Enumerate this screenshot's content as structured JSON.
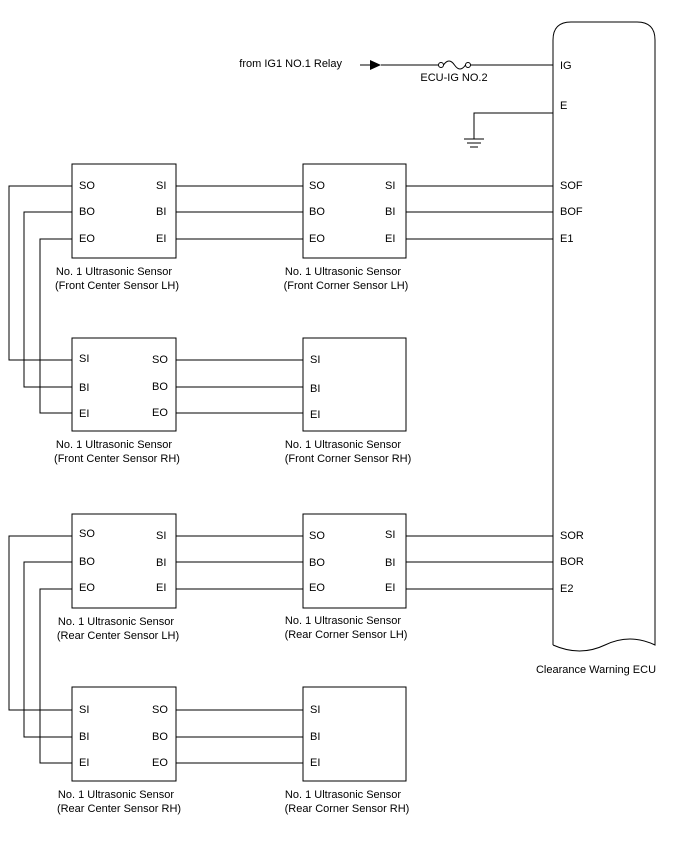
{
  "power": {
    "source_label": "from IG1 NO.1 Relay",
    "fuse_label": "ECU-IG NO.2"
  },
  "ecu": {
    "name": "Clearance Warning ECU",
    "pins": {
      "ig": "IG",
      "e": "E",
      "sof": "SOF",
      "bof": "BOF",
      "e1": "E1",
      "sor": "SOR",
      "bor": "BOR",
      "e2": "E2"
    }
  },
  "sensors": {
    "front_center_lh": {
      "line1": "No. 1 Ultrasonic Sensor",
      "line2": "(Front Center Sensor LH)",
      "pins": {
        "so": "SO",
        "bo": "BO",
        "eo": "EO",
        "si": "SI",
        "bi": "BI",
        "ei": "EI"
      }
    },
    "front_corner_lh": {
      "line1": "No. 1 Ultrasonic Sensor",
      "line2": "(Front Corner Sensor LH)",
      "pins": {
        "so": "SO",
        "bo": "BO",
        "eo": "EO",
        "si": "SI",
        "bi": "BI",
        "ei": "EI"
      }
    },
    "front_center_rh": {
      "line1": "No. 1 Ultrasonic Sensor",
      "line2": "(Front Center Sensor RH)",
      "pins": {
        "si": "SI",
        "bi": "BI",
        "ei": "EI",
        "so": "SO",
        "bo": "BO",
        "eo": "EO"
      }
    },
    "front_corner_rh": {
      "line1": "No. 1 Ultrasonic Sensor",
      "line2": "(Front Corner Sensor RH)",
      "pins": {
        "si": "SI",
        "bi": "BI",
        "ei": "EI"
      }
    },
    "rear_center_lh": {
      "line1": "No. 1 Ultrasonic Sensor",
      "line2": "(Rear Center Sensor LH)",
      "pins": {
        "so": "SO",
        "bo": "BO",
        "eo": "EO",
        "si": "SI",
        "bi": "BI",
        "ei": "EI"
      }
    },
    "rear_corner_lh": {
      "line1": "No. 1 Ultrasonic Sensor",
      "line2": "(Rear Corner Sensor LH)",
      "pins": {
        "so": "SO",
        "bo": "BO",
        "eo": "EO",
        "si": "SI",
        "bi": "BI",
        "ei": "EI"
      }
    },
    "rear_center_rh": {
      "line1": "No. 1 Ultrasonic Sensor",
      "line2": "(Rear Center Sensor RH)",
      "pins": {
        "si": "SI",
        "bi": "BI",
        "ei": "EI",
        "so": "SO",
        "bo": "BO",
        "eo": "EO"
      }
    },
    "rear_corner_rh": {
      "line1": "No. 1 Ultrasonic Sensor",
      "line2": "(Rear Corner Sensor RH)",
      "pins": {
        "si": "SI",
        "bi": "BI",
        "ei": "EI"
      }
    }
  }
}
